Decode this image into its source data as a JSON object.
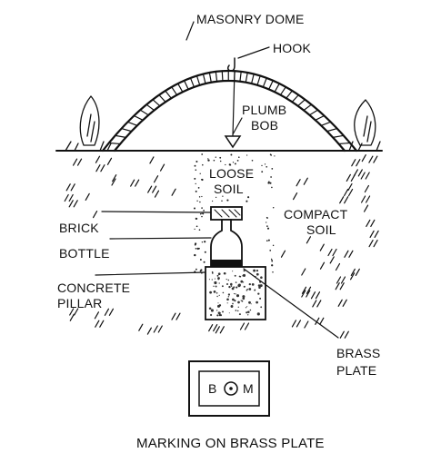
{
  "labels": {
    "masonry_dome": "MASONRY DOME",
    "hook": "HOOK",
    "plumb": "PLUMB",
    "bob": "BOB",
    "loose": "LOOSE",
    "soil_loose": "SOIL",
    "compact": "COMPACT",
    "soil_compact": "SOIL",
    "brick": "BRICK",
    "bottle": "BOTTLE",
    "concrete": "CONCRETE",
    "pillar": "PILLAR",
    "brass": "BRASS",
    "plate": "PLATE",
    "plate_letter_left": "B",
    "plate_letter_right": "M",
    "caption": "MARKING ON BRASS PLATE"
  }
}
